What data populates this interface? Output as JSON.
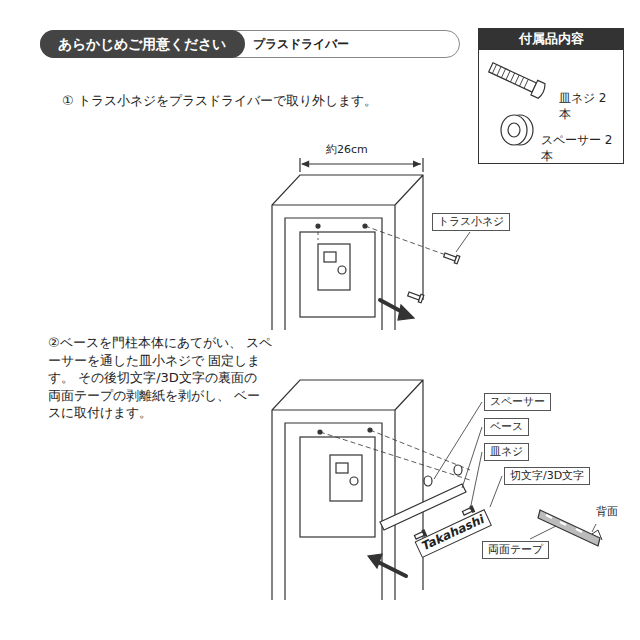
{
  "diagram": {
    "nodes": [
      {
        "text": [
          "プラスドライバー"
        ]
      },
      {
        "text": [
          "あらかじめご用意ください"
        ],
        "in": 0
      },
      {
        "text": [
          "皿ネジ 2本",
          "スペーサー 2本"
        ]
      },
      {
        "text": [
          "付属品内容"
        ],
        "in": 2
      },
      {
        "text": [
          "トラス小ネジ"
        ]
      },
      {
        "text": [
          "スペーサー"
        ]
      },
      {
        "text": [
          "ベース"
        ]
      },
      {
        "text": [
          "皿ネジ"
        ]
      },
      {
        "text": [
          "切文字/3D文字"
        ]
      },
      {
        "text": [
          "Takahashi"
        ]
      },
      {
        "text": [
          "両面テープ"
        ]
      }
    ],
    "edges": [],
    "labels": [
      "① トラス小ネジをプラスドライバーで取り外します。",
      "約26cm",
      "②ベースを門柱本体にあてがい、 スペーサーを通した皿小ネジで 固定します。 その後切文字/3D文字の裏面の 両面テープの剥離紙を剥がし、 ベースに取付けます。",
      "背面"
    ]
  }
}
